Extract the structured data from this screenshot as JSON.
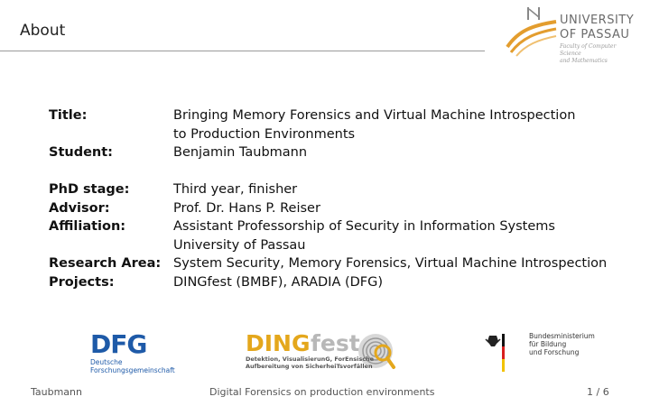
{
  "header": {
    "title": "About"
  },
  "university_logo": {
    "line1": "UNIVERSITY",
    "line2": "OF PASSAU",
    "sub1": "Faculty of Computer Science",
    "sub2": "and Mathematics"
  },
  "info": {
    "title_label": "Title:",
    "title_line1": "Bringing Memory Forensics and Virtual Machine Introspection",
    "title_line2": "to Production Environments",
    "student_label": "Student:",
    "student_value": "Benjamin Taubmann",
    "phd_label": "PhD stage:",
    "phd_value": "Third year, finisher",
    "advisor_label": "Advisor:",
    "advisor_value": "Prof. Dr. Hans P. Reiser",
    "affiliation_label": "Affiliation:",
    "affiliation_line1": "Assistant Professorship of Security in Information Systems",
    "affiliation_line2": "University of Passau",
    "research_label": "Research Area:",
    "research_value": "System Security, Memory Forensics, Virtual Machine Introspection",
    "projects_label": "Projects:",
    "projects_value": "DINGfest (BMBF), ARADIA (DFG)"
  },
  "logos": {
    "dfg_word": "DFG",
    "dfg_sub1": "Deutsche",
    "dfg_sub2": "Forschungsgemeinschaft",
    "ding_word": "DING",
    "fest_word": "fest",
    "ding_sub1": "Detektion, VisualisierunG, ForEnsische",
    "ding_sub2": "Aufbereitung von SicherheiTsvorfällen",
    "bmbf_line1": "Bundesministerium",
    "bmbf_line2": "für Bildung",
    "bmbf_line3": "und Forschung"
  },
  "footer": {
    "author": "Taubmann",
    "talk_title": "Digital Forensics on production environments",
    "page": "1 / 6"
  },
  "colors": {
    "dfg_blue": "#1e5aa8",
    "ding_yellow": "#e4a71c",
    "up_gold": "#e39d2e"
  }
}
